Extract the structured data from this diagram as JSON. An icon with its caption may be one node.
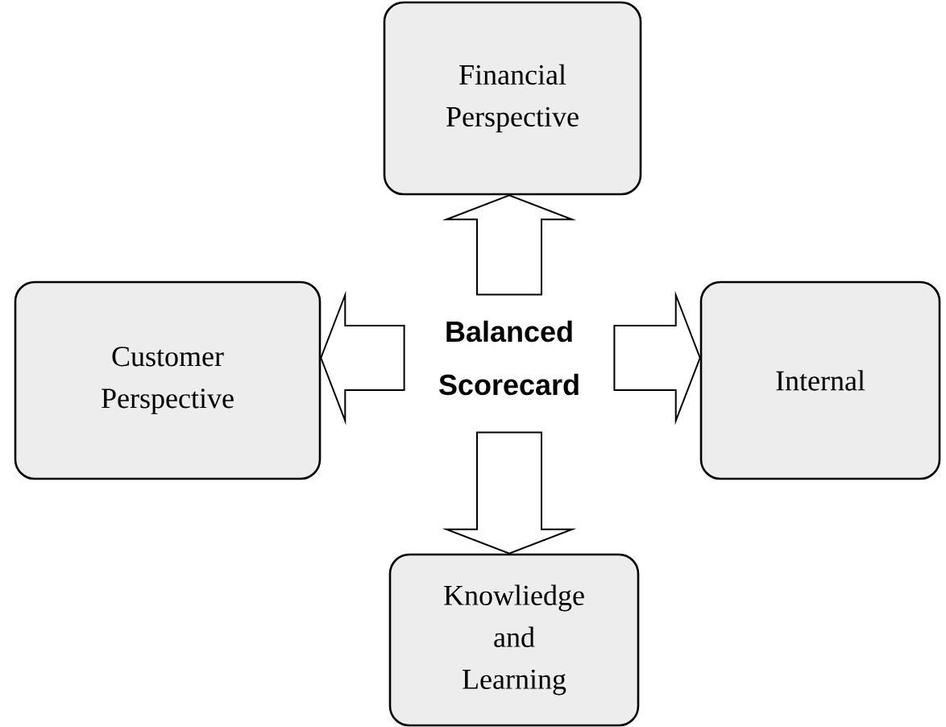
{
  "diagram": {
    "nodes": [
      {
        "text": [
          "Financial Perspective"
        ]
      },
      {
        "text": [
          "Customer Perspective"
        ]
      },
      {
        "text": [
          "Balanced Scorecard"
        ]
      },
      {
        "text": [
          "Internal"
        ]
      },
      {
        "text": [
          "Knowliedge and Learning"
        ]
      }
    ],
    "edges": [
      {
        "from": 2,
        "to": 0,
        "arrow": "to"
      },
      {
        "from": 2,
        "to": 1,
        "arrow": "to"
      },
      {
        "from": 2,
        "to": 3,
        "arrow": "to"
      },
      {
        "from": 2,
        "to": 4,
        "arrow": "to"
      }
    ]
  }
}
